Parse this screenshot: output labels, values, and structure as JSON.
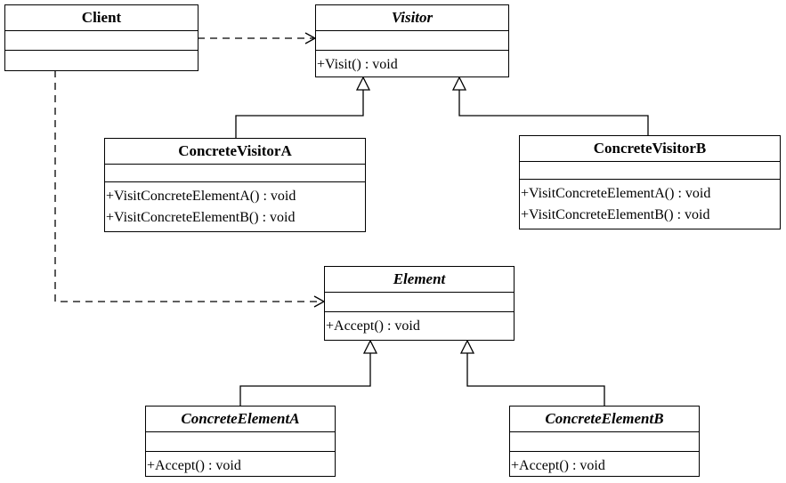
{
  "classes": {
    "client": {
      "name": "Client",
      "operations": []
    },
    "visitor": {
      "name": "Visitor",
      "operations": [
        "+Visit() : void"
      ]
    },
    "concrete_visitor_a": {
      "name": "ConcreteVisitorA",
      "operations": [
        "+VisitConcreteElementA() : void",
        "+VisitConcreteElementB() : void"
      ]
    },
    "concrete_visitor_b": {
      "name": "ConcreteVisitorB",
      "operations": [
        "+VisitConcreteElementA() : void",
        "+VisitConcreteElementB() : void"
      ]
    },
    "element": {
      "name": "Element",
      "operations": [
        "+Accept() : void"
      ]
    },
    "concrete_element_a": {
      "name": "ConcreteElementA",
      "operations": [
        "+Accept() : void"
      ]
    },
    "concrete_element_b": {
      "name": "ConcreteElementB",
      "operations": [
        "+Accept() : void"
      ]
    }
  }
}
